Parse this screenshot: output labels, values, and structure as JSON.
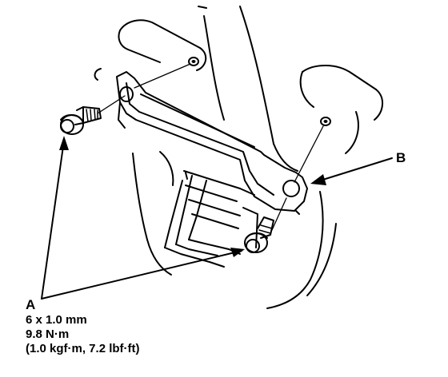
{
  "callouts": {
    "a_label": "A",
    "b_label": "B"
  },
  "spec": {
    "line1": "6 x 1.0 mm",
    "line2": "9.8 N·m",
    "line3": "(1.0 kgf·m, 7.2 lbf·ft)"
  }
}
